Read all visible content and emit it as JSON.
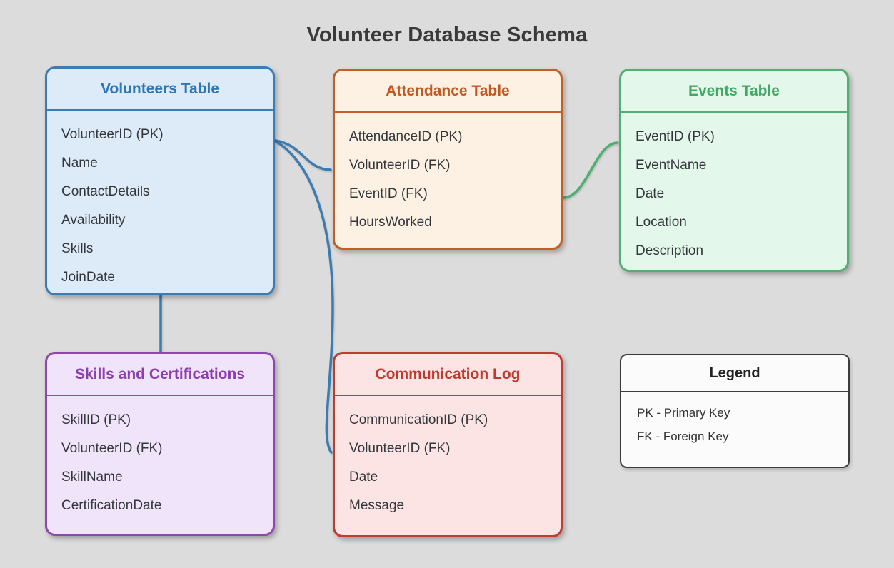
{
  "title": "Volunteer Database Schema",
  "tables": [
    {
      "name": "Volunteers Table",
      "accent_color": "#3d7cb0",
      "background_color": "#ddebf8",
      "fields": [
        "VolunteerID (PK)",
        "Name",
        "ContactDetails",
        "Availability",
        "Skills",
        "JoinDate"
      ]
    },
    {
      "name": "Attendance Table",
      "accent_color": "#c25e27",
      "background_color": "#fcf1e2",
      "fields": [
        "AttendanceID (PK)",
        "VolunteerID (FK)",
        "EventID (FK)",
        "HoursWorked"
      ]
    },
    {
      "name": "Events Table",
      "accent_color": "#53ae72",
      "background_color": "#e4f7eb",
      "fields": [
        "EventID (PK)",
        "EventName",
        "Date",
        "Location",
        "Description"
      ]
    },
    {
      "name": "Skills and Certifications",
      "accent_color": "#8d48ad",
      "background_color": "#f0e4fa",
      "fields": [
        "SkillID (PK)",
        "VolunteerID (FK)",
        "SkillName",
        "CertificationDate"
      ]
    },
    {
      "name": "Communication Log",
      "accent_color": "#bd3d33",
      "background_color": "#fce4e4",
      "fields": [
        "CommunicationID (PK)",
        "VolunteerID (FK)",
        "Date",
        "Message"
      ]
    }
  ],
  "legend": {
    "title": "Legend",
    "items": [
      "PK - Primary Key",
      "FK - Foreign Key"
    ]
  },
  "connections": [
    {
      "from": "Volunteers Table",
      "to": "Attendance Table",
      "color": "#3d7cb0"
    },
    {
      "from": "Volunteers Table",
      "to": "Communication Log",
      "color": "#3d7cb0"
    },
    {
      "from": "Volunteers Table",
      "to": "Skills and Certifications",
      "color": "#3d7cb0"
    },
    {
      "from": "Events Table",
      "to": "Attendance Table",
      "color": "#4caf70"
    }
  ],
  "colors": {
    "page_background": "#dcdcdc",
    "title_text": "#3a3a3a",
    "field_text": "#33373c",
    "blue_connector": "#3d7cb0",
    "green_connector": "#4caf70",
    "legend_border": "#3c3c3c"
  }
}
